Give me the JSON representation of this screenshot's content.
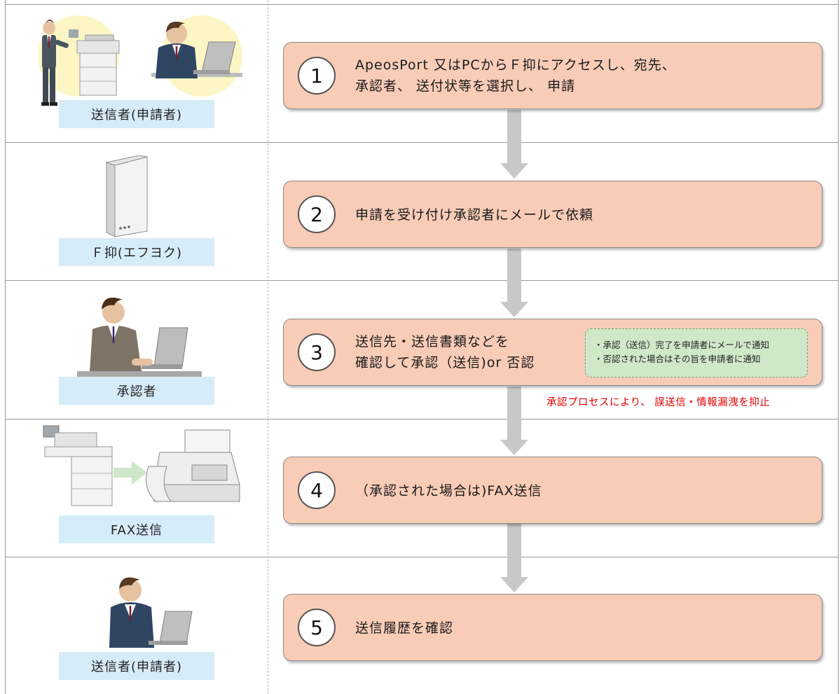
{
  "rows": [
    {
      "label": "送信者(申請者)",
      "step_number": "1",
      "lines": [
        "ApeosPort 又はPCからＦ抑にアクセスし、宛先、",
        "承認者、 送付状等を選択し、 申請"
      ]
    },
    {
      "label": "Ｆ抑(エフヨク)",
      "step_number": "2",
      "lines": [
        "申請を受け付け承認者にメールで依頼"
      ]
    },
    {
      "label": "承認者",
      "step_number": "3",
      "lines": [
        "送信先・送信書類などを",
        "確認して承認（送信)or 否認"
      ],
      "note": [
        "・承認（送信）完了を申請者にメールで通知",
        "・否認された場合はその旨を申請者に通知"
      ],
      "warning": "承認プロセスにより、 誤送信・情報漏洩を抑止"
    },
    {
      "label": "FAX送信",
      "step_number": "4",
      "lines": [
        "（承認された場合は)FAX送信"
      ]
    },
    {
      "label": "送信者(申請者)",
      "step_number": "5",
      "lines": [
        "送信履歴を確認"
      ]
    }
  ],
  "colors": {
    "step_fill": "#f8ccb7",
    "label_fill": "#d6ecf8",
    "note_fill": "#cfe8c8",
    "arrow": "#c8c8c8",
    "warning_text": "#e00000"
  },
  "icons": [
    "person-standing-icon",
    "multifunction-printer-icon",
    "person-laptop-icon",
    "server-tower-icon",
    "fax-machine-icon",
    "flow-arrow-icon"
  ]
}
